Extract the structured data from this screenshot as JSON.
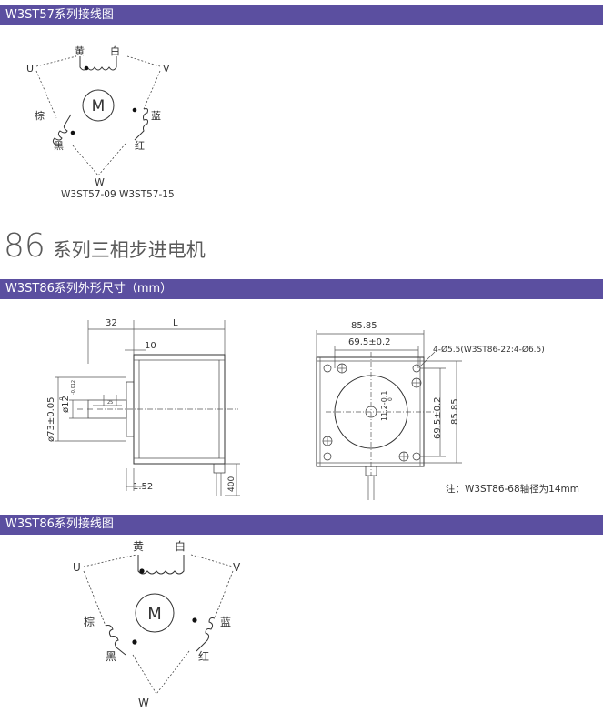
{
  "section57": {
    "header": "W3ST57系列接线图",
    "wiring": {
      "yellow": "黄",
      "white": "白",
      "u": "U",
      "v": "V",
      "w": "W",
      "brown": "棕",
      "blue": "蓝",
      "black": "黑",
      "red": "红",
      "motor": "M"
    },
    "models": "W3ST57-09 W3ST57-15"
  },
  "big_title": {
    "number": "86",
    "text": "系列三相步进电机"
  },
  "section86_dim": {
    "header": "W3ST86系列外形尺寸（mm）",
    "side": {
      "dim_32": "32",
      "dim_L": "L",
      "dim_10": "10",
      "shaft_dia": "ø12",
      "shaft_tol": "-0.012",
      "shaft_tol_top": "0",
      "flange_dia": "ø73±0.05",
      "dim_152": "1.52",
      "dim_400": "400",
      "dim_25": "25"
    },
    "front": {
      "dim_8585_top": "85.85",
      "dim_695_top": "69.5±0.2",
      "hole_note": "4-Ø5.5(W3ST86-22:4-Ø6.5)",
      "dim_695_side": "69.5±0.2",
      "dim_8585_side": "85.85",
      "key_dim": "11.2-0.1",
      "key_tol": "0"
    },
    "note": "注：W3ST86-68轴径为14mm"
  },
  "section86_wiring": {
    "header": "W3ST86系列接线图",
    "wiring": {
      "yellow": "黄",
      "white": "白",
      "u": "U",
      "v": "V",
      "w": "W",
      "brown": "棕",
      "blue": "蓝",
      "black": "黑",
      "red": "红",
      "motor": "M"
    }
  },
  "colors": {
    "header_bg": "#5b4fa0",
    "header_text": "#ffffff"
  }
}
